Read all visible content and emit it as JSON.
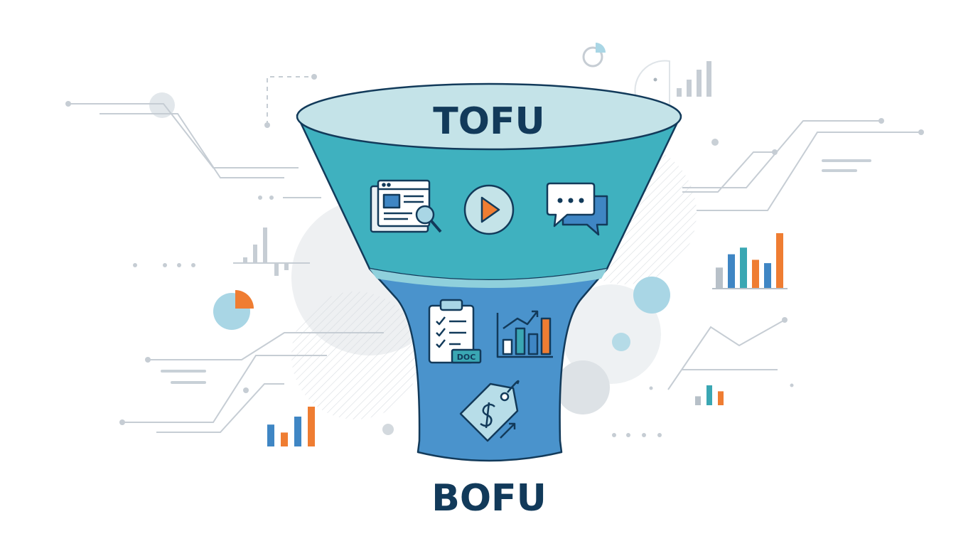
{
  "funnel": {
    "top_label": "TOFU",
    "bottom_label": "BOFU",
    "doc_badge": "DOC"
  },
  "colors": {
    "navy": "#123a5a",
    "rim_fill": "#c4e3e8",
    "top_section": "#3fb1bf",
    "bottom_section": "#4a93cc",
    "accent_orange": "#ef7d32",
    "circuit_gray": "#c6cdd4",
    "chart_blue": "#3f86c4",
    "chart_teal": "#3aa7b3",
    "chart_gray": "#b7c0c8"
  },
  "icons": {
    "tofu": [
      "blog-article-search-icon",
      "video-play-icon",
      "chat-bubbles-icon"
    ],
    "mofu": [
      "checklist-document-icon",
      "growth-chart-icon"
    ],
    "bofu": [
      "price-tag-icon"
    ]
  },
  "decorations": {
    "bar_heights_right": [
      0.38,
      0.62,
      0.74,
      0.52,
      0.46,
      1.0
    ],
    "bar_heights_left": [
      0.55,
      0.35,
      0.75,
      1.0
    ],
    "bar_heights_small": [
      0.45,
      1.0,
      0.7
    ]
  }
}
